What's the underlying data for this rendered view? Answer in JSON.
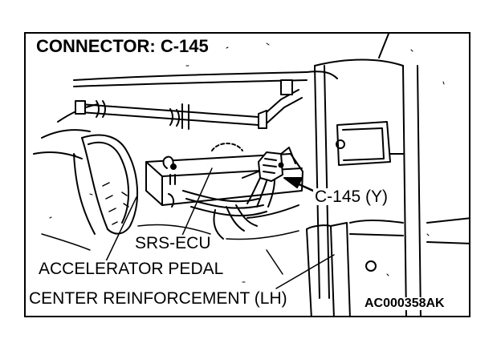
{
  "title": "CONNECTOR: C-145",
  "labels": {
    "connector": "C-145 (Y)",
    "srs_ecu": "SRS-ECU",
    "accelerator_pedal": "ACCELERATOR PEDAL",
    "center_reinforcement": "CENTER REINFORCEMENT (LH)"
  },
  "figure_code": "AC000358AK",
  "colors": {
    "ink": "#000000",
    "paper": "#ffffff"
  }
}
